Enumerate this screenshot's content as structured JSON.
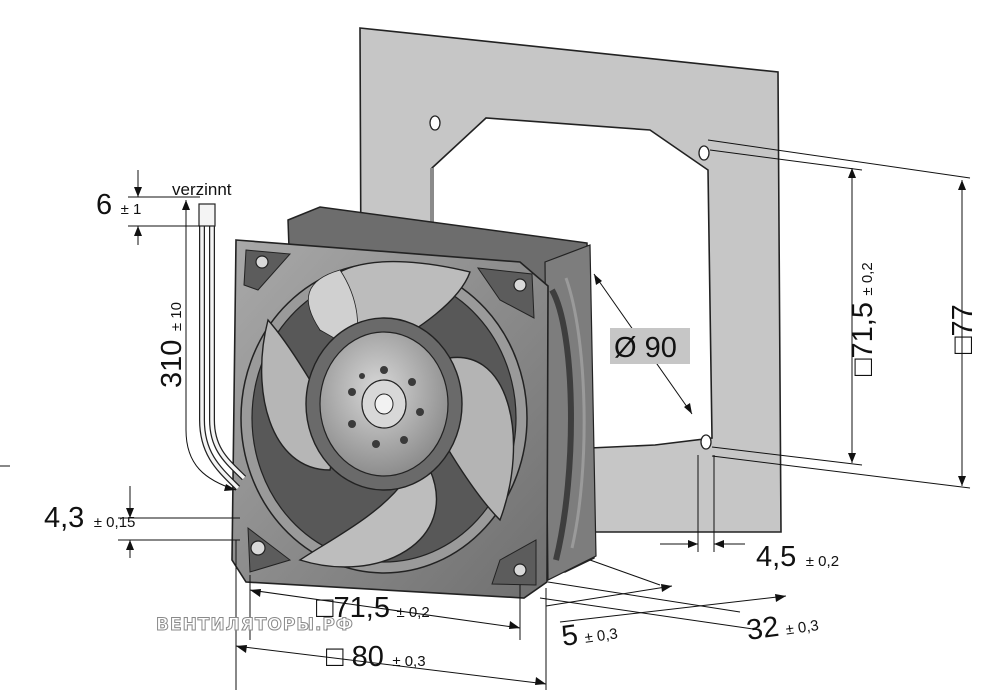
{
  "diagram": {
    "wire_label": "verzinnt",
    "dims": {
      "wire_strip": {
        "value": "6",
        "tol": "± 1"
      },
      "wire_length": {
        "value": "310",
        "tol": "± 10"
      },
      "flange_thickness": {
        "value": "4,3",
        "tol": "± 0,15"
      },
      "hole_pitch_bottom": {
        "prefix": "□",
        "value": "71,5",
        "tol": "± 0,2"
      },
      "frame_width": {
        "prefix": "□",
        "value": " 80",
        "tol": "± 0,3"
      },
      "panel_hole_pitch": {
        "prefix": "□",
        "value": "71,5",
        "tol": "± 0,2"
      },
      "panel_size": {
        "prefix": "□",
        "value": "77"
      },
      "opening_diameter": {
        "value": "Ø 90"
      },
      "hole_diameter": {
        "value": "4,5",
        "tol": "± 0,2"
      },
      "offset": {
        "value": "5",
        "tol": "± 0,3"
      },
      "depth": {
        "value": "32",
        "tol": "± 0,3"
      }
    },
    "watermark": "ВЕНТИЛЯТОРЫ.РФ"
  },
  "colors": {
    "panel": "#c6c6c6",
    "fan_frame": "#8f8f8f",
    "fan_dark": "#5a5a5a",
    "blade": "#b9b9b9",
    "line": "#111111"
  }
}
